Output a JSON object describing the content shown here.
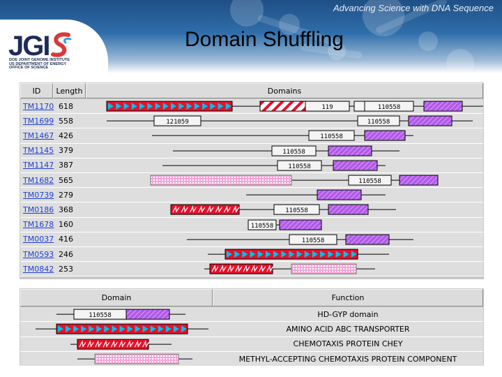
{
  "tagline": "Advancing Science with DNA Sequence",
  "title": "Domain Shuffling",
  "logo": {
    "text": "JGI",
    "sub": [
      "DOE JOINT GENOME INSTITUTE",
      "US DEPARTMENT OF ENERGY",
      "OFFICE OF SCIENCE"
    ]
  },
  "colors": {
    "banner": "#2f6eaa",
    "logo": "#1e2d57",
    "link": "#1f3fcf",
    "hdgyp": "#b25ae8",
    "abc": "#e8102a",
    "chey": "#e8102a",
    "mcp": "#f4a6d8"
  },
  "top_table": {
    "headers": [
      "ID",
      "Length",
      "Domains"
    ],
    "rows": [
      {
        "id": "TM1170",
        "length": "618",
        "domains": [
          {
            "type": "abc",
            "start": 0,
            "end": 180
          },
          {
            "type": "hatched",
            "start": 220,
            "end": 285
          },
          {
            "type": "box",
            "start": 285,
            "end": 348,
            "label": "119"
          },
          {
            "type": "box",
            "start": 355,
            "end": 370
          },
          {
            "type": "box",
            "start": 370,
            "end": 440,
            "label": "110558"
          },
          {
            "type": "hdgyp",
            "start": 455,
            "end": 510
          }
        ],
        "line": [
          0,
          540
        ]
      },
      {
        "id": "TM1699",
        "length": "558",
        "domains": [
          {
            "type": "box",
            "start": 68,
            "end": 135,
            "label": "121059"
          },
          {
            "type": "box",
            "start": 360,
            "end": 420,
            "label": "110558"
          },
          {
            "type": "hdgyp",
            "start": 433,
            "end": 495
          }
        ],
        "line": [
          0,
          525
        ]
      },
      {
        "id": "TM1467",
        "length": "426",
        "domains": [
          {
            "type": "box",
            "start": 290,
            "end": 355,
            "label": "110558"
          },
          {
            "type": "hdgyp",
            "start": 370,
            "end": 428
          }
        ],
        "line": [
          65,
          440
        ]
      },
      {
        "id": "TM1145",
        "length": "379",
        "domains": [
          {
            "type": "box",
            "start": 237,
            "end": 300,
            "label": "110558"
          },
          {
            "type": "hdgyp",
            "start": 318,
            "end": 380
          }
        ],
        "line": [
          95,
          420
        ]
      },
      {
        "id": "TM1147",
        "length": "387",
        "domains": [
          {
            "type": "box",
            "start": 245,
            "end": 308,
            "label": "110558"
          },
          {
            "type": "hdgyp",
            "start": 325,
            "end": 388
          }
        ],
        "line": [
          80,
          400
        ]
      },
      {
        "id": "TM1682",
        "length": "565",
        "domains": [
          {
            "type": "mcp",
            "start": 63,
            "end": 265
          },
          {
            "type": "box",
            "start": 347,
            "end": 408,
            "label": "110558"
          },
          {
            "type": "hdgyp",
            "start": 420,
            "end": 475
          }
        ],
        "line": [
          63,
          475
        ]
      },
      {
        "id": "TM0739",
        "length": "279",
        "domains": [
          {
            "type": "hdgyp",
            "start": 302,
            "end": 365
          }
        ],
        "line": [
          200,
          400
        ]
      },
      {
        "id": "TM0186",
        "length": "368",
        "domains": [
          {
            "type": "chey",
            "start": 92,
            "end": 190
          },
          {
            "type": "box",
            "start": 240,
            "end": 305,
            "label": "110558"
          },
          {
            "type": "hdgyp",
            "start": 318,
            "end": 375
          }
        ],
        "line": [
          92,
          415
        ]
      },
      {
        "id": "TM1678",
        "length": "160",
        "domains": [
          {
            "type": "box",
            "start": 203,
            "end": 243,
            "label": "110558"
          },
          {
            "type": "hdgyp",
            "start": 248,
            "end": 308
          }
        ],
        "line": [
          203,
          308
        ]
      },
      {
        "id": "TM0037",
        "length": "416",
        "domains": [
          {
            "type": "box",
            "start": 262,
            "end": 330,
            "label": "110558"
          },
          {
            "type": "hdgyp",
            "start": 343,
            "end": 405
          }
        ],
        "line": [
          115,
          440
        ]
      },
      {
        "id": "TM0593",
        "length": "246",
        "domains": [
          {
            "type": "abc",
            "start": 170,
            "end": 360
          }
        ],
        "line": [
          145,
          405
        ]
      },
      {
        "id": "TM0842",
        "length": "253",
        "domains": [
          {
            "type": "chey",
            "start": 148,
            "end": 238
          },
          {
            "type": "mcp",
            "start": 265,
            "end": 358
          }
        ],
        "line": [
          140,
          385
        ]
      }
    ]
  },
  "bottom_table": {
    "headers": [
      "Domain",
      "Function"
    ],
    "rows": [
      {
        "function": "HD-GYP domain",
        "domain": {
          "type": "hdgyp_legend",
          "label": "110558"
        }
      },
      {
        "function": "AMINO ACID ABC TRANSPORTER",
        "domain": {
          "type": "abc"
        }
      },
      {
        "function": "CHEMOTAXIS PROTEIN CHEY",
        "domain": {
          "type": "chey"
        }
      },
      {
        "function": "METHYL-ACCEPTING CHEMOTAXIS PROTEIN COMPONENT",
        "domain": {
          "type": "mcp"
        }
      }
    ]
  }
}
